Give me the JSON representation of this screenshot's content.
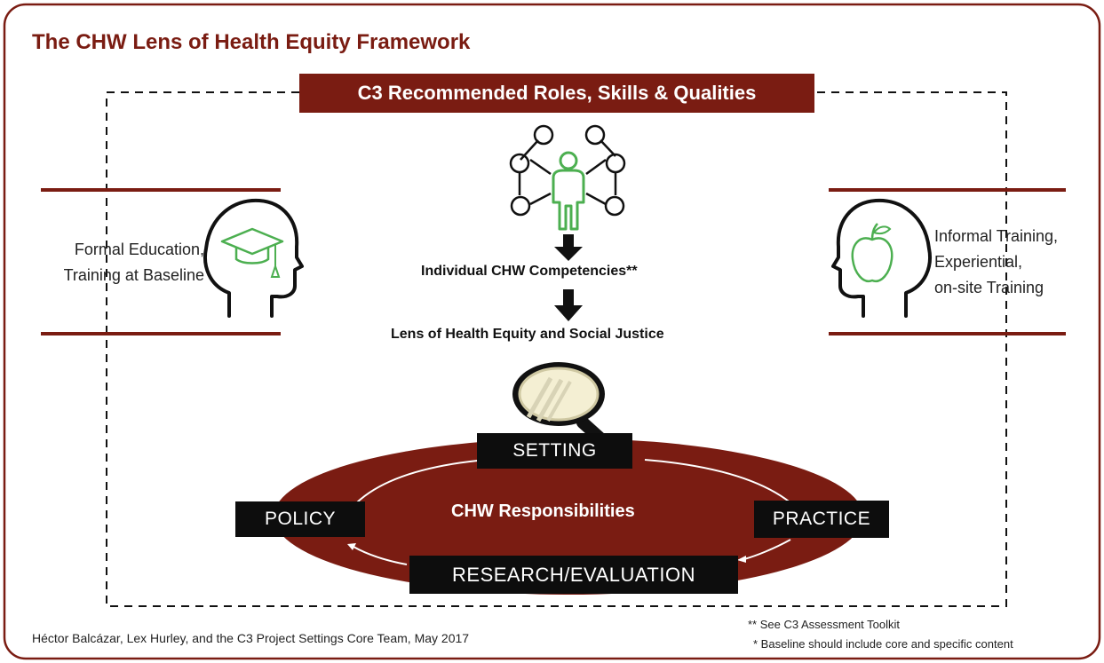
{
  "title": "The CHW Lens of Health Equity Framework",
  "banner": "C3 Recommended Roles, Skills & Qualities",
  "left_panel": {
    "line1": "Formal Education,",
    "line2": "Training  at Baseline"
  },
  "right_panel": {
    "line1": "Informal Training,",
    "line2": "Experiential,",
    "line3": "on-site Training"
  },
  "competencies": "Individual CHW Competencies**",
  "lens": "Lens of Health Equity and Social Justice",
  "cycle": {
    "center": "CHW Responsibilities",
    "setting": "SETTING",
    "practice": "PRACTICE",
    "research": "RESEARCH/EVALUATION",
    "policy": "POLICY"
  },
  "credit": "Héctor Balcázar, Lex Hurley, and the C3 Project Settings Core Team, May 2017",
  "notes": {
    "note1": "** See C3 Assessment Toolkit",
    "note2": "* Baseline should include core and specific content"
  },
  "colors": {
    "maroon": "#7a1c12",
    "green": "#4caf50",
    "black": "#0d0d0d"
  },
  "icons": [
    "network-person-icon",
    "graduation-head-icon",
    "apple-head-icon",
    "magnifier-icon",
    "down-arrow-icon"
  ]
}
